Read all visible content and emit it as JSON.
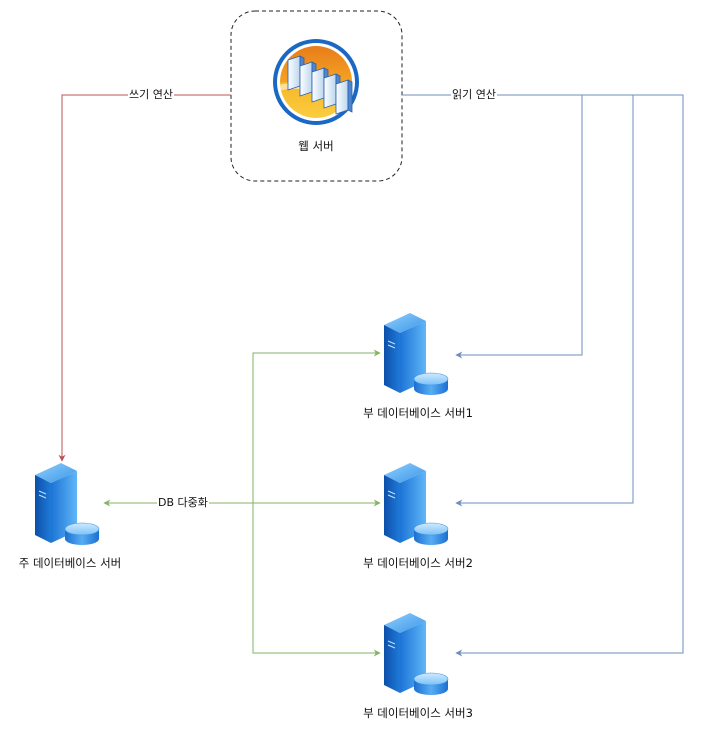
{
  "web_server": {
    "label": "웹 서버"
  },
  "master_db": {
    "label": "주 데이터베이스 서버"
  },
  "replicas": [
    {
      "label": "부 데이터베이스 서버1"
    },
    {
      "label": "부 데이터베이스 서버2"
    },
    {
      "label": "부 데이터베이스 서버3"
    }
  ],
  "edges": {
    "write": "쓰기 연산",
    "read": "읽기 연산",
    "replication": "DB 다중화"
  },
  "colors": {
    "write_edge": "#b85450",
    "read_edge": "#6c8ebf",
    "replication_edge": "#82b366"
  },
  "icons": {
    "web_server": "web-server-icon",
    "database_server": "database-server-icon"
  }
}
